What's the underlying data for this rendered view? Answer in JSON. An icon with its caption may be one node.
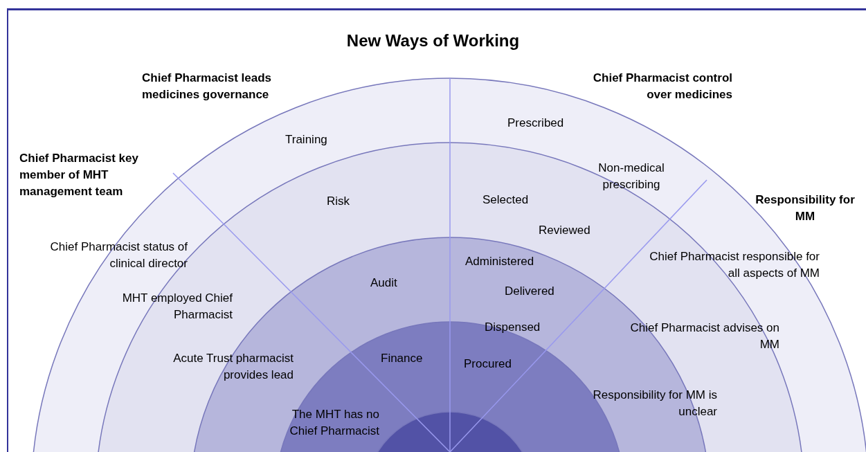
{
  "diagram": {
    "title": "New Ways of Working",
    "labels": [
      "Chief Pharmacist leads medicines governance",
      "Chief Pharmacist control over medicines",
      "Prescribed",
      "Training",
      "Chief Pharmacist key member of MHT management team",
      "Non-medical prescribing",
      "Risk",
      "Selected",
      "Responsibility for MM",
      "Reviewed",
      "Chief Pharmacist status of clinical director",
      "Chief Pharmacist responsible for all aspects of MM",
      "Administered",
      "Audit",
      "Delivered",
      "MHT employed Chief Pharmacist",
      "Dispensed",
      "Chief Pharmacist advises on MM",
      "Finance",
      "Procured",
      "Acute Trust pharmacist provides lead",
      "Responsibility for MM is unclear",
      "The MHT has no Chief Pharmacist"
    ]
  }
}
